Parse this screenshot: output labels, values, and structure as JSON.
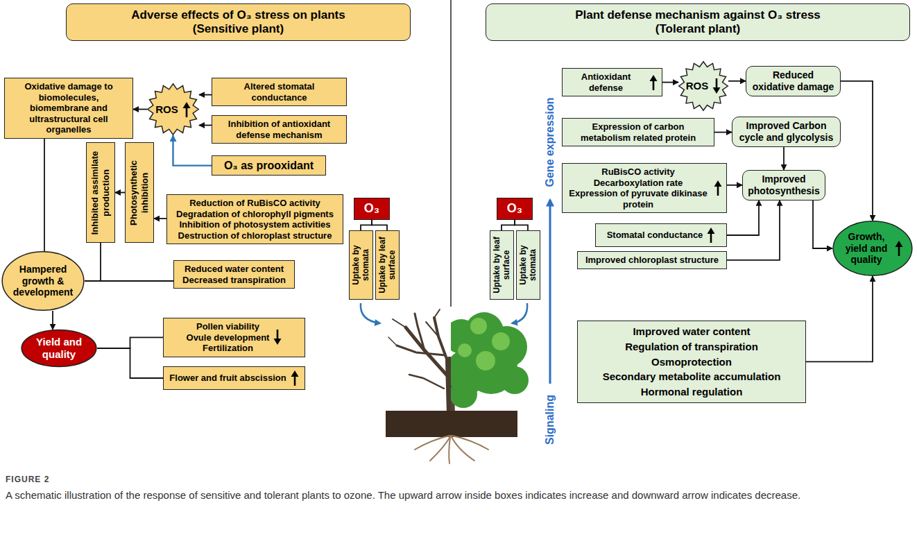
{
  "diagram": {
    "caption": "A schematic illustration of the response of sensitive and tolerant plants to ozone. The upward arrow inside boxes indicates increase and downward arrow indicates decrease.",
    "nodes": [
      {
        "text": [
          "Adverse effects of O₃ stress on plants",
          "(Sensitive plant)"
        ]
      },
      {
        "text": [
          "Plant defense mechanism against O₃ stress",
          "(Tolerant plant)"
        ]
      },
      {
        "text": [
          "Oxidative damage to biomolecules, biomembrane and ultrastructural cell organelles"
        ]
      },
      {
        "text": [
          "ROS"
        ]
      },
      {
        "text": [
          "Altered stomatal conductance"
        ]
      },
      {
        "text": [
          "Inhibition of antioxidant defense mechanism"
        ]
      },
      {
        "text": [
          "O₃ as prooxidant"
        ]
      },
      {
        "text": [
          "Inhibited assimilate production"
        ]
      },
      {
        "text": [
          "Photosynthetic inhibition"
        ]
      },
      {
        "text": [
          "Reduction of RuBisCO activity",
          "Degradation of chlorophyll pigments",
          "Inhibition of photosystem activities",
          "Destruction of chloroplast structure"
        ]
      },
      {
        "text": [
          "Hampered growth & development"
        ]
      },
      {
        "text": [
          "Reduced water content",
          "Decreased transpiration"
        ]
      },
      {
        "text": [
          "Yield and quality"
        ]
      },
      {
        "text": [
          "Pollen viability",
          "Ovule development",
          "Fertilization"
        ]
      },
      {
        "text": [
          "Flower and fruit abscission"
        ]
      },
      {
        "text": [
          "O₃"
        ]
      },
      {
        "text": [
          "Uptake by stomata"
        ]
      },
      {
        "text": [
          "Uptake by leaf surface"
        ]
      },
      {
        "text": [
          "O₃"
        ]
      },
      {
        "text": [
          "Uptake by leaf surface"
        ]
      },
      {
        "text": [
          "Uptake by stomata"
        ]
      },
      {
        "text": [
          "Antioxidant defense"
        ]
      },
      {
        "text": [
          "ROS"
        ]
      },
      {
        "text": [
          "Reduced oxidative damage"
        ]
      },
      {
        "text": [
          "Expression of carbon metabolism related protein"
        ]
      },
      {
        "text": [
          "Improved Carbon cycle and glycolysis"
        ]
      },
      {
        "text": [
          "RuBisCO activity",
          "Decarboxylation rate",
          "Expression of pyruvate dikinase protein"
        ]
      },
      {
        "text": [
          "Improved photosynthesis"
        ]
      },
      {
        "text": [
          "Stomatal conductance"
        ]
      },
      {
        "text": [
          "Improved chloroplast structure"
        ]
      },
      {
        "text": [
          "Growth, yield and quality"
        ]
      },
      {
        "text": [
          "Improved water content",
          "Regulation of transpiration",
          "Osmoprotection",
          "Secondary metabolite accumulation",
          "Hormonal regulation"
        ]
      }
    ],
    "edges": [
      {
        "from": 4,
        "to": 3,
        "arrow": "to"
      },
      {
        "from": 5,
        "to": 3,
        "arrow": "to"
      },
      {
        "from": 6,
        "to": 3,
        "arrow": "to"
      },
      {
        "from": 3,
        "to": 2,
        "arrow": "to"
      },
      {
        "from": 9,
        "to": 8,
        "arrow": "to"
      },
      {
        "from": 8,
        "to": 7,
        "arrow": "to"
      },
      {
        "from": 2,
        "to": 10,
        "arrow": "none"
      },
      {
        "from": 7,
        "to": 10,
        "arrow": "none"
      },
      {
        "from": 11,
        "to": 10,
        "arrow": "none"
      },
      {
        "from": 10,
        "to": 12,
        "arrow": "to"
      },
      {
        "from": 12,
        "to": 13,
        "arrow": "none"
      },
      {
        "from": 12,
        "to": 14,
        "arrow": "none"
      },
      {
        "from": 15,
        "to": 16,
        "arrow": "none"
      },
      {
        "from": 15,
        "to": 17,
        "arrow": "none"
      },
      {
        "from": 18,
        "to": 19,
        "arrow": "none"
      },
      {
        "from": 18,
        "to": 20,
        "arrow": "none"
      },
      {
        "from": 21,
        "to": 22,
        "arrow": "to"
      },
      {
        "from": 22,
        "to": 23,
        "arrow": "to"
      },
      {
        "from": 23,
        "to": 30,
        "arrow": "to"
      },
      {
        "from": 24,
        "to": 25,
        "arrow": "to"
      },
      {
        "from": 25,
        "to": 27,
        "arrow": "to"
      },
      {
        "from": 26,
        "to": 27,
        "arrow": "to"
      },
      {
        "from": 28,
        "to": 27,
        "arrow": "to"
      },
      {
        "from": 29,
        "to": 27,
        "arrow": "to"
      },
      {
        "from": 27,
        "to": 30,
        "arrow": "to"
      },
      {
        "from": 31,
        "to": 30,
        "arrow": "to"
      }
    ],
    "labels": [
      "Gene expression",
      "Signaling",
      "FIGURE 2"
    ]
  }
}
